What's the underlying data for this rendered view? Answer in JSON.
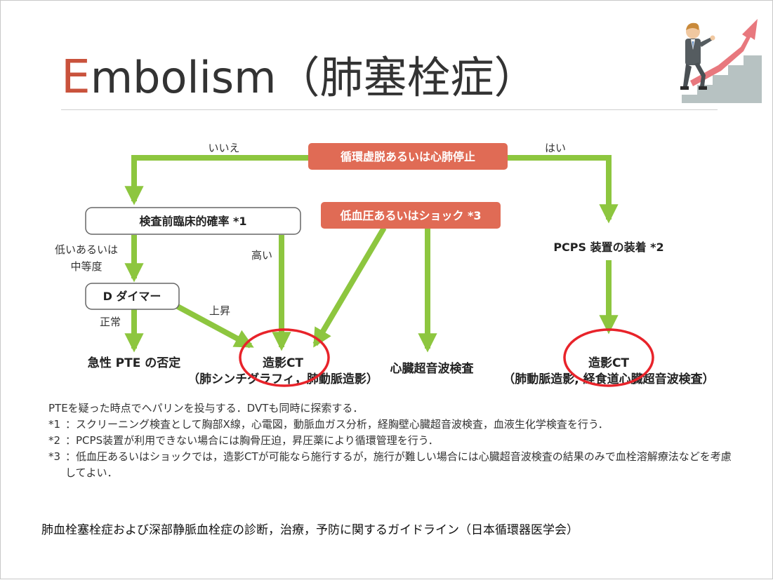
{
  "slide": {
    "title_first_letter": "E",
    "title_rest": "mbolism（肺塞栓症）"
  },
  "flowchart": {
    "top_node": "循環虚脱あるいは心肺停止",
    "edge_no": "いいえ",
    "edge_yes": "はい",
    "pretest_node": "検査前臨床的確率 *1",
    "shock_node": "低血圧あるいはショック *3",
    "pcps_node": "PCPS 装置の装着 *2",
    "edge_low_line1": "低いあるいは",
    "edge_low_line2": "中等度",
    "edge_high": "高い",
    "ddimer_node": "D ダイマー",
    "edge_normal": "正常",
    "edge_elevated": "上昇",
    "result_negate": "急性 PTE の否定",
    "result_ct_left": "造影CT",
    "result_ct_left_sub": "（肺シンチグラフィ，肺動脈造影）",
    "result_echo": "心臓超音波検査",
    "result_ct_right": "造影CT",
    "result_ct_right_sub": "（肺動脈造影, 経食道心臓超音波検査）"
  },
  "notes": {
    "intro": "PTEを疑った時点でヘパリンを投与する．DVTも同時に探索する．",
    "n1_mark": "*1",
    "n1": "：スクリーニング検査として胸部X線，心電図，動脈血ガス分析，経胸壁心臓超音波検査，血液生化学検査を行う．",
    "n2_mark": "*2",
    "n2": "：PCPS装置が利用できない場合には胸骨圧迫，昇圧薬により循環管理を行う．",
    "n3_mark": "*3",
    "n3": "：低血圧あるいはショックでは，造影CTが可能なら施行するが，施行が難しい場合には心臓超音波検査の結果のみで血栓溶解療法などを考慮してよい．"
  },
  "source": "肺血栓塞栓症および深部静脈血栓症の診断，治療，予防に関するガイドライン（日本循環器医学会）",
  "colors": {
    "accent_title": "#c9523c",
    "arrow_green": "#8dc63f",
    "node_red": "#e06b55",
    "highlight_circle": "#e8232a"
  }
}
